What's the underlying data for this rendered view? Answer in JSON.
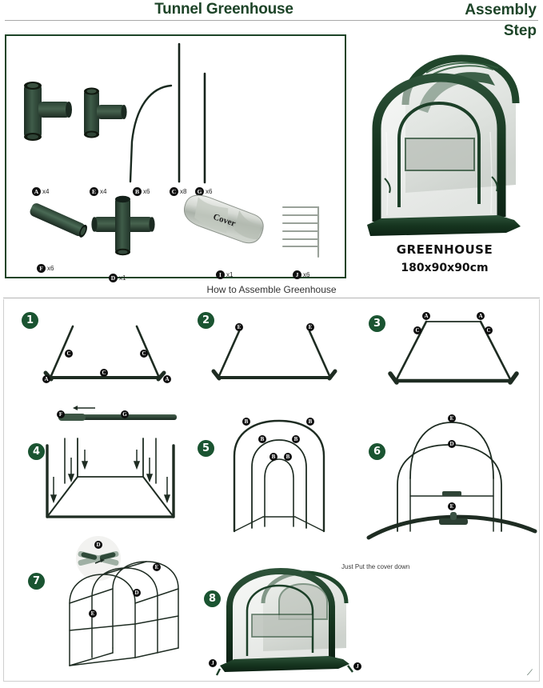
{
  "header": {
    "title": "Tunnel Greenhouse",
    "right_line1": "Assembly",
    "right_line2": "Step"
  },
  "product": {
    "name": "GREENHOUSE",
    "dimensions": "180x90x90cm",
    "alt": "assembled transparent tunnel greenhouse with dark green frame"
  },
  "parts_list": {
    "caption": "How to Assemble Greenhouse",
    "items": [
      {
        "code": "A",
        "qty": "x4",
        "desc": "t-connector-large"
      },
      {
        "code": "E",
        "qty": "x4",
        "desc": "t-connector-small"
      },
      {
        "code": "B",
        "qty": "x6",
        "desc": "curved-rod"
      },
      {
        "code": "C",
        "qty": "x8",
        "desc": "straight-rod-long"
      },
      {
        "code": "G",
        "qty": "x6",
        "desc": "straight-rod-short"
      },
      {
        "code": "F",
        "qty": "x6",
        "desc": "sleeve-tube"
      },
      {
        "code": "D",
        "qty": "x1",
        "desc": "cross-connector"
      },
      {
        "code": "I",
        "qty": "x1",
        "desc": "cover-bag"
      },
      {
        "code": "J",
        "qty": "x6",
        "desc": "ground-stake"
      }
    ],
    "cover_text": "Cover"
  },
  "steps": [
    {
      "number": "1",
      "marks": [
        "C",
        "C",
        "C",
        "A",
        "A"
      ],
      "note": ""
    },
    {
      "number": "2",
      "marks": [
        "E",
        "E"
      ],
      "note": ""
    },
    {
      "number": "3",
      "marks": [
        "A",
        "A",
        "C",
        "C"
      ],
      "note": ""
    },
    {
      "number": "4",
      "marks": [
        "F",
        "G"
      ],
      "note": ""
    },
    {
      "number": "5",
      "marks": [
        "B",
        "B",
        "B",
        "B",
        "B",
        "B"
      ],
      "note": ""
    },
    {
      "number": "6",
      "marks": [
        "E",
        "D",
        "E"
      ],
      "note": ""
    },
    {
      "number": "7",
      "marks": [
        "D",
        "E",
        "D",
        "E"
      ],
      "note": ""
    },
    {
      "number": "8",
      "marks": [
        "J",
        "J"
      ],
      "note": "Just Put the cover down"
    }
  ],
  "colors": {
    "brand_green": "#1d4428",
    "step_badge_green": "#1a5431",
    "pipe_dark": "#2b3f33",
    "rule_gray": "#a9a9a9"
  }
}
